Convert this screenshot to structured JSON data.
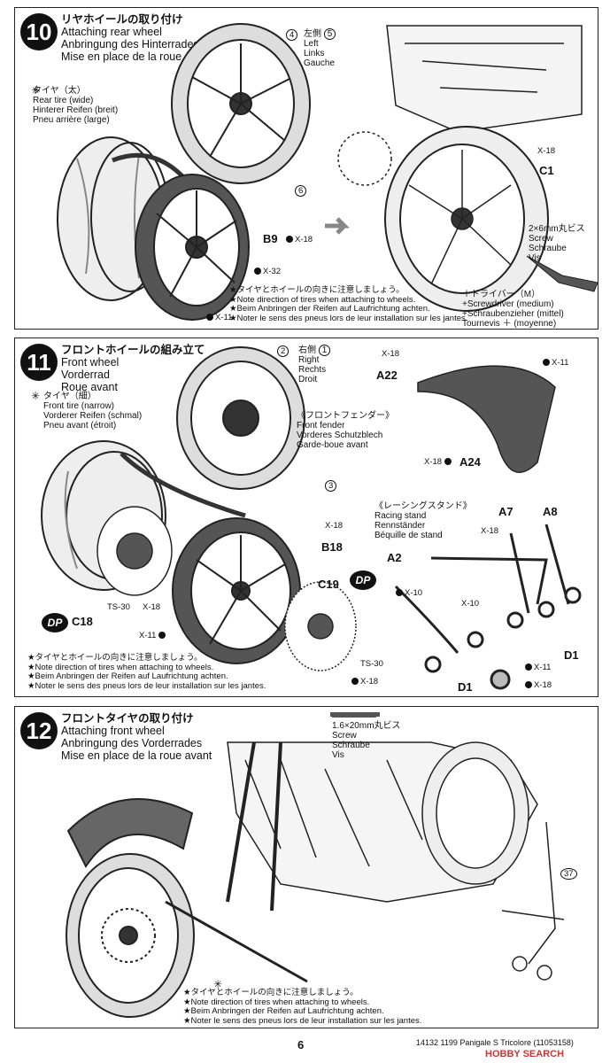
{
  "step10": {
    "number": "10",
    "title_jp": "リヤホイールの取り付け",
    "title_en": "Attaching rear wheel",
    "title_de": "Anbringung des Hinterrades",
    "title_fr": "Mise en place de la roue arrière",
    "tire_jp": "タイヤ（太）",
    "tire_en": "Rear tire (wide)",
    "tire_de": "Hinterer Reifen (breit)",
    "tire_fr": "Pneu arrière (large)",
    "side_jp": "左側",
    "side_num": "5",
    "side_en": "Left",
    "side_de": "Links",
    "side_fr": "Gauche",
    "callout_4": "4",
    "callout_6": "6",
    "b9": "B9",
    "b9_code": "X-18",
    "x32": "X-32",
    "x11": "X-11",
    "x18": "X-18",
    "c1": "C1",
    "screw_jp": "2×6mm丸ビス",
    "screw_en": "Screw",
    "screw_de": "Schraube",
    "screw_fr": "Vis",
    "driver_jp": "＋ドライバー（M）",
    "driver_en": "+Screwdriver (medium)",
    "driver_de": "+Schraubenzieher (mittel)",
    "driver_fr": "Tournevis ＋ (moyenne)",
    "note_jp": "★タイヤとホイールの向きに注意しましょう。",
    "note_en": "★Note direction of tires when attaching to wheels.",
    "note_de": "★Beim Anbringen der Reifen auf Laufrichtung achten.",
    "note_fr": "★Noter le sens des pneus lors de leur installation sur les jantes."
  },
  "step11": {
    "number": "11",
    "title_jp": "フロントホイールの組み立て",
    "title_en": "Front wheel",
    "title_de": "Vorderrad",
    "title_fr": "Roue avant",
    "tire_jp": "タイヤ（細）",
    "tire_en": "Front tire (narrow)",
    "tire_de": "Vorderer Reifen (schmal)",
    "tire_fr": "Pneu avant (étroit)",
    "side_jp": "右側",
    "side_num": "1",
    "side_en": "Right",
    "side_de": "Rechts",
    "side_fr": "Droit",
    "callout_2": "2",
    "callout_3": "3",
    "fender_jp": "《フロントフェンダー》",
    "fender_en": "Front fender",
    "fender_de": "Vorderes Schutzblech",
    "fender_fr": "Garde-boue avant",
    "a22": "A22",
    "a22_code": "X-18",
    "a22_code2": "X-11",
    "a24": "A24",
    "a24_code": "X-18",
    "stand_jp": "《レーシングスタンド》",
    "stand_en": "Racing stand",
    "stand_de": "Rennständer",
    "stand_fr": "Béquille de stand",
    "a7": "A7",
    "a8": "A8",
    "a2": "A2",
    "d1a": "D1",
    "d1b": "D1",
    "x18_a7": "X-18",
    "x10a": "X-10",
    "x10b": "X-10",
    "x11_d1": "X-11",
    "x18_d1": "X-18",
    "b18": "B18",
    "b18_code": "X-18",
    "c19": "C19",
    "c18": "C18",
    "dp": "DP",
    "ts30a": "TS-30",
    "ts30b": "TS-30",
    "x18_c18": "X-18",
    "x18_c19": "X-18",
    "x11_wheel": "X-11",
    "note_jp": "★タイヤとホイールの向きに注意しましょう。",
    "note_en": "★Note direction of tires when attaching to wheels.",
    "note_de": "★Beim Anbringen der Reifen auf Laufrichtung achten.",
    "note_fr": "★Noter le sens des pneus lors de leur installation sur les jantes."
  },
  "step12": {
    "number": "12",
    "title_jp": "フロントタイヤの取り付け",
    "title_en": "Attaching front wheel",
    "title_de": "Anbringung des Vorderrades",
    "title_fr": "Mise en place de la roue avant",
    "screw_jp": "1.6×20mm丸ビス",
    "screw_en": "Screw",
    "screw_de": "Schraube",
    "screw_fr": "Vis",
    "callout_37": "37",
    "note_jp": "★タイヤとホイールの向きに注意しましょう。",
    "note_en": "★Note direction of tires when attaching to wheels.",
    "note_de": "★Beim Anbringen der Reifen auf Laufrichtung achten.",
    "note_fr": "★Noter le sens des pneus lors de leur installation sur les jantes."
  },
  "footer": {
    "page": "6",
    "code": "14132",
    "product": "1199 Panigale S Tricolore",
    "ref": "(11053158)",
    "watermark": "HOBBY SEARCH"
  }
}
